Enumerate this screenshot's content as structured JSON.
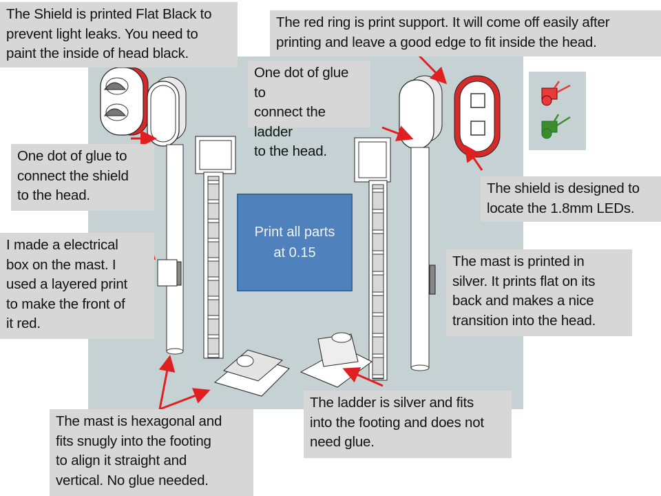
{
  "notes": {
    "shield_flat_black": "The Shield is printed Flat Black to\nprevent light leaks. You need to\npaint the inside of head black.",
    "red_ring": "The red ring is print support. It will come off easily after\nprinting and leave a good edge to fit inside the head.",
    "glue_ladder": "One dot of glue to\nconnect the ladder\nto the head.",
    "glue_shield": "One dot of glue to\nconnect the shield\nto the head.",
    "shield_leds": "The shield is designed to\nlocate the 1.8mm LEDs.",
    "electrical_box": "I made a electrical\nbox on the mast. I\nused a layered print\nto make the front of\nit red.",
    "mast_silver": "The mast is printed in\nsilver. It prints flat on its\nback and makes a nice\ntransition into the head.",
    "mast_hexagonal": "The mast is hexagonal and\nfits snugly into the footing\nto align it straight and\nvertical. No glue needed.",
    "ladder_silver": "The ladder is silver and  fits\ninto the footing and does not\nneed glue."
  },
  "center_label": "Print all parts\nat 0.15",
  "colors": {
    "scene_bg": "#c5d1d3",
    "note_bg": "#d7d7d7",
    "arrow": "#e02020",
    "support_ring": "#d42a2a",
    "blue_box": "#4f81bd",
    "led_red": "#e83a3a",
    "led_green": "#3f8a2a"
  },
  "legend": {
    "items": [
      "red-led",
      "green-led"
    ]
  }
}
